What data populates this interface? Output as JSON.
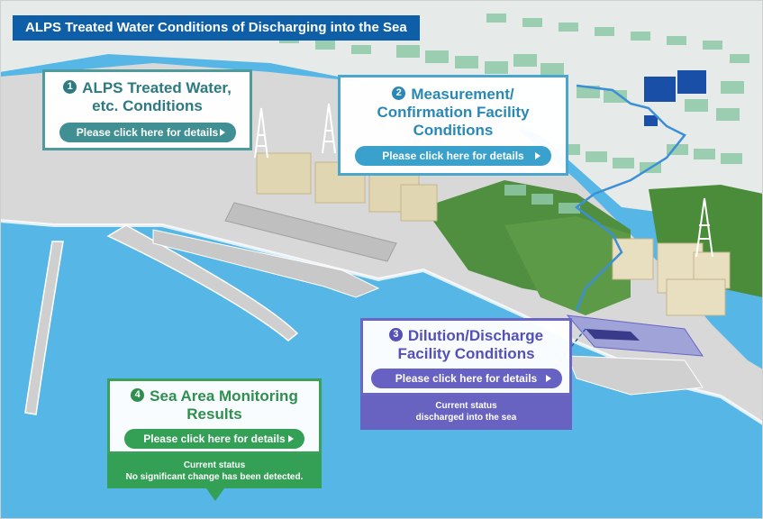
{
  "title": "ALPS Treated Water Conditions of Discharging into the Sea",
  "colors": {
    "sea": "#56b6e5",
    "land": "#dcdcdc",
    "forest": "#4f8f3f",
    "title_bg": "#0f5fa8",
    "card1": "#4f9a9a",
    "card2": "#4aa6cc",
    "card3": "#6a66c2",
    "card4": "#3aa258"
  },
  "cards": {
    "alps": {
      "number": "1",
      "heading_line1": "ALPS Treated Water,",
      "heading_line2": "etc. Conditions",
      "button": "Please click here for details"
    },
    "measurement": {
      "number": "2",
      "heading_line1": "Measurement/",
      "heading_line2": "Confirmation Facility",
      "heading_line3": "Conditions",
      "button": "Please click here for details"
    },
    "dilution": {
      "number": "3",
      "heading_line1": "Dilution/Discharge",
      "heading_line2": "Facility Conditions",
      "button": "Please click here for details",
      "status_label": "Current status",
      "status_value": "discharged into the sea"
    },
    "sea_monitoring": {
      "number": "4",
      "heading_line1": "Sea Area Monitoring",
      "heading_line2": "Results",
      "button": "Please click here for details",
      "status_label": "Current status",
      "status_value": "No significant change has been detected."
    }
  },
  "icons": [
    "chevron-right-icon",
    "tower-icon",
    "pipeline-icon",
    "tank-icon"
  ]
}
